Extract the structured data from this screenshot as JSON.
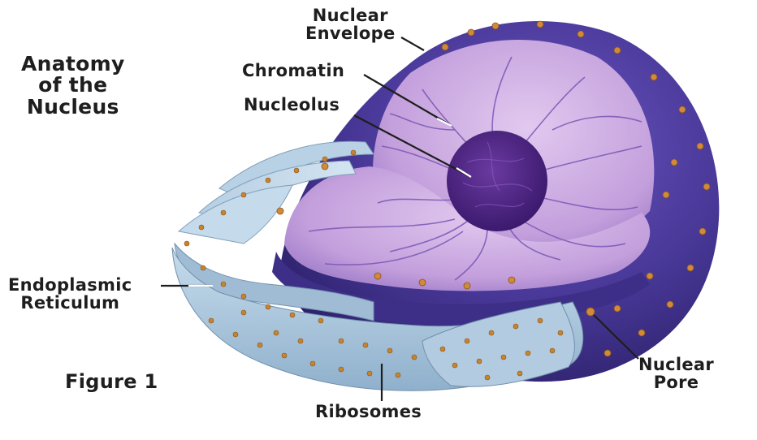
{
  "diagram": {
    "title": "Anatomy\nof the\nNucleus",
    "figure_label": "Figure 1",
    "labels": {
      "nuclear_envelope": "Nuclear\nEnvelope",
      "chromatin": "Chromatin",
      "nucleolus": "Nucleolus",
      "endoplasmic_reticulum": "Endoplasmic\nReticulum",
      "nuclear_pore": "Nuclear\nPore",
      "ribosomes": "Ribosomes"
    },
    "colors": {
      "envelope": "#4a3a9e",
      "nucleoplasm": "#c9a6dd",
      "nucleolus": "#4e2484",
      "er": "#a9c6dc",
      "ribosome": "#c8832e"
    }
  }
}
